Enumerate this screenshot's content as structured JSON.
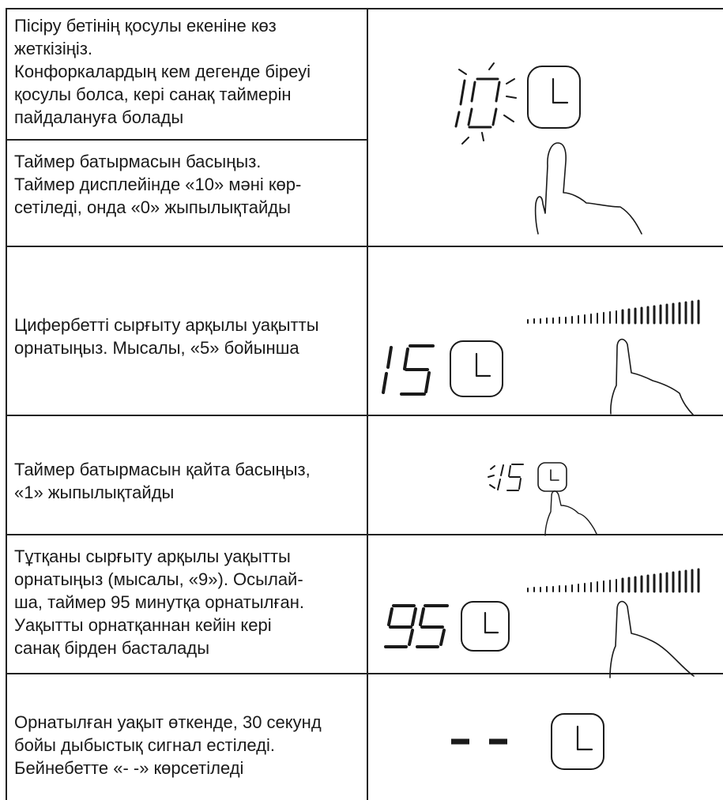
{
  "rows": [
    {
      "lines": [
        "Пісіру бетінің қосулы екеніне көз",
        "жеткізіңіз.",
        "Конфоркалардың кем дегенде біреуі",
        "қосулы болса, кері санақ таймерін",
        "пайдалануға болады"
      ]
    },
    {
      "lines": [
        "Таймер батырмасын басыңыз.",
        "Таймер дисплейінде «10» мәні көр-",
        "сетіледі, онда «0» жыпылықтайды"
      ]
    },
    {
      "lines": [
        "Цифербетті сырғыту арқылы уақытты",
        "орнатыңыз. Мысалы, «5» бойынша"
      ]
    },
    {
      "lines": [
        "Таймер батырмасын қайта басыңыз,",
        "«1» жыпылықтайды"
      ]
    },
    {
      "lines": [
        "Тұтқаны сырғыту арқылы уақытты",
        "орнатыңыз (мысалы, «9»). Осылай-",
        "ша, таймер 95 минутқа орнатылған.",
        "Уақытты орнатқаннан кейін кері",
        "санақ бірден басталады"
      ]
    },
    {
      "lines": [
        "Орнатылған уақыт өткенде, 30 секунд",
        "бойы дыбыстық сигнал естіледі.",
        "Бейнебетте «- -» көрсетіледі"
      ]
    }
  ],
  "displays": {
    "first": "10",
    "second": "15",
    "third": "15",
    "fourth": "95",
    "fifth": "--"
  },
  "icons": [
    "clock-icon",
    "finger-icon",
    "slider-scale-icon"
  ]
}
